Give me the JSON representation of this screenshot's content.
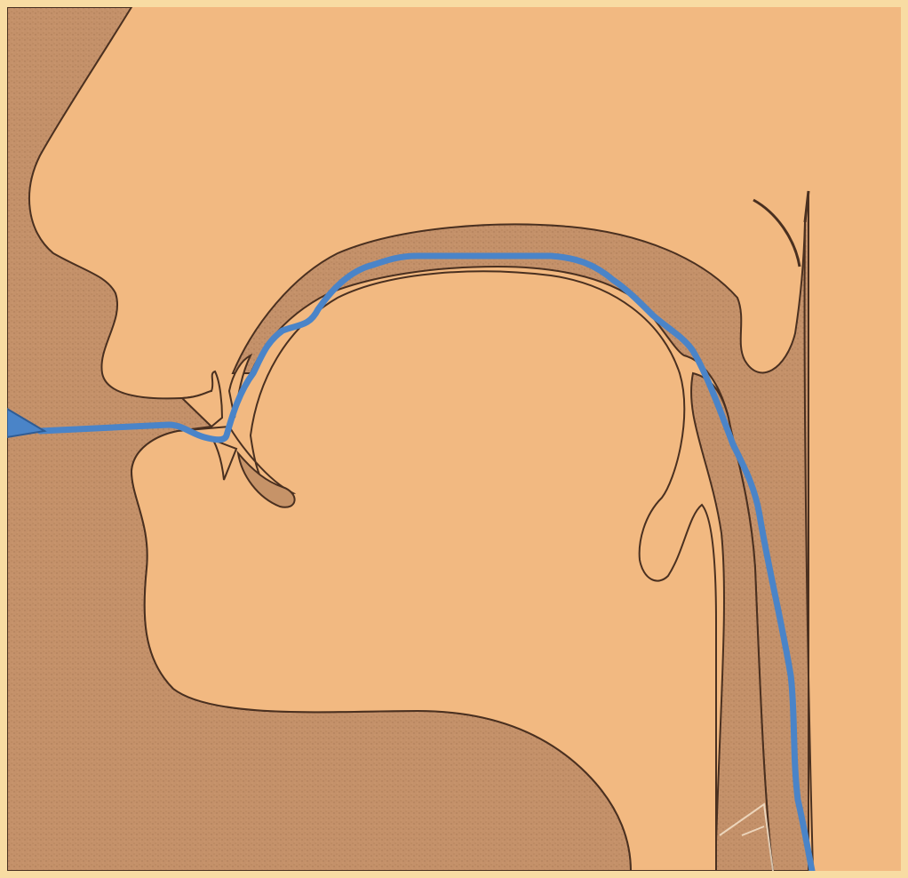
{
  "diagram": {
    "colors": {
      "frame": "#f8dca3",
      "paper": "#f2b981",
      "tissue": "#c69368",
      "outline": "#4a3020",
      "airflow": "#4a84c8"
    },
    "elements": [
      "face-outline",
      "nasal-tissue",
      "upper-lip",
      "lower-lip",
      "upper-teeth",
      "lower-teeth",
      "tongue",
      "uvula",
      "epiglottis",
      "pharynx-wall",
      "larynx",
      "airflow-path",
      "airflow-arrowhead"
    ]
  }
}
